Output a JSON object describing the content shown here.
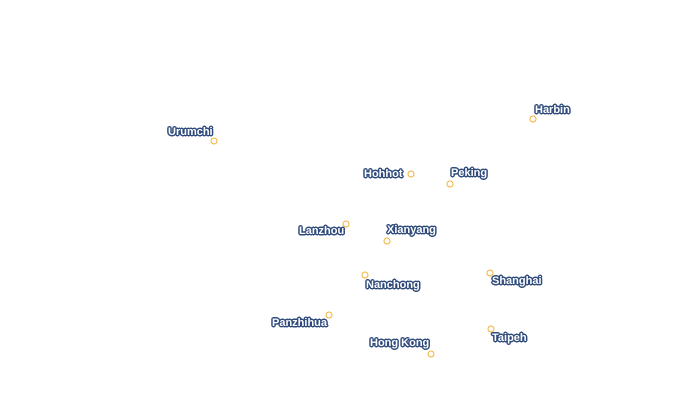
{
  "map": {
    "colors": {
      "background": "#ffffff",
      "marker_stroke": "#f2b134",
      "label_fill": "#ffffff",
      "label_outline": "#2f4b7c"
    },
    "cities": [
      {
        "id": "urumchi",
        "name": "Urumchi"
      },
      {
        "id": "harbin",
        "name": "Harbin"
      },
      {
        "id": "hohhot",
        "name": "Hohhot"
      },
      {
        "id": "peking",
        "name": "Peking"
      },
      {
        "id": "lanzhou",
        "name": "Lanzhou"
      },
      {
        "id": "xianyang",
        "name": "Xianyang"
      },
      {
        "id": "nanchong",
        "name": "Nanchong"
      },
      {
        "id": "shanghai",
        "name": "Shanghai"
      },
      {
        "id": "panzhihua",
        "name": "Panzhihua"
      },
      {
        "id": "hongkong",
        "name": "Hong Kong"
      },
      {
        "id": "taipeh",
        "name": "Taipeh"
      }
    ]
  }
}
